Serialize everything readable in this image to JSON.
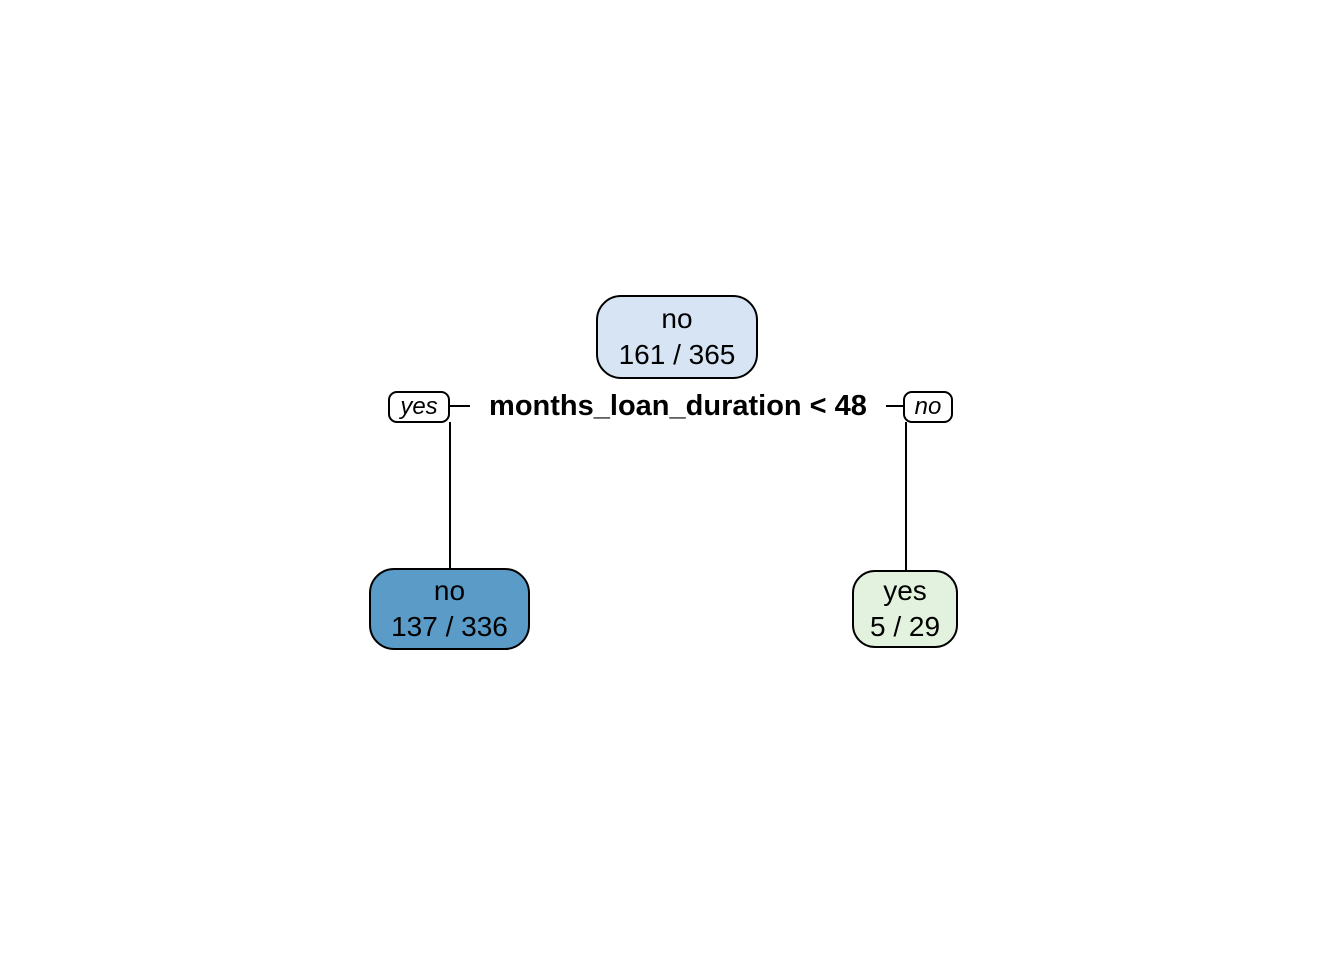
{
  "diagram": {
    "type": "decision-tree",
    "split": {
      "condition": "months_loan_duration < 48",
      "left_branch_label": "yes",
      "right_branch_label": "no"
    },
    "nodes": {
      "root": {
        "label": "no",
        "stats": "161 / 365",
        "fill": "#d6e4f3"
      },
      "left": {
        "label": "no",
        "stats": "137 / 336",
        "fill": "#5a9bc8"
      },
      "right": {
        "label": "yes",
        "stats": "5 / 29",
        "fill": "#e3f2de"
      }
    },
    "colors": {
      "node_border": "#000000",
      "branch_line": "#000000",
      "label_box_fill": "#ffffff",
      "background": "#ffffff"
    }
  }
}
